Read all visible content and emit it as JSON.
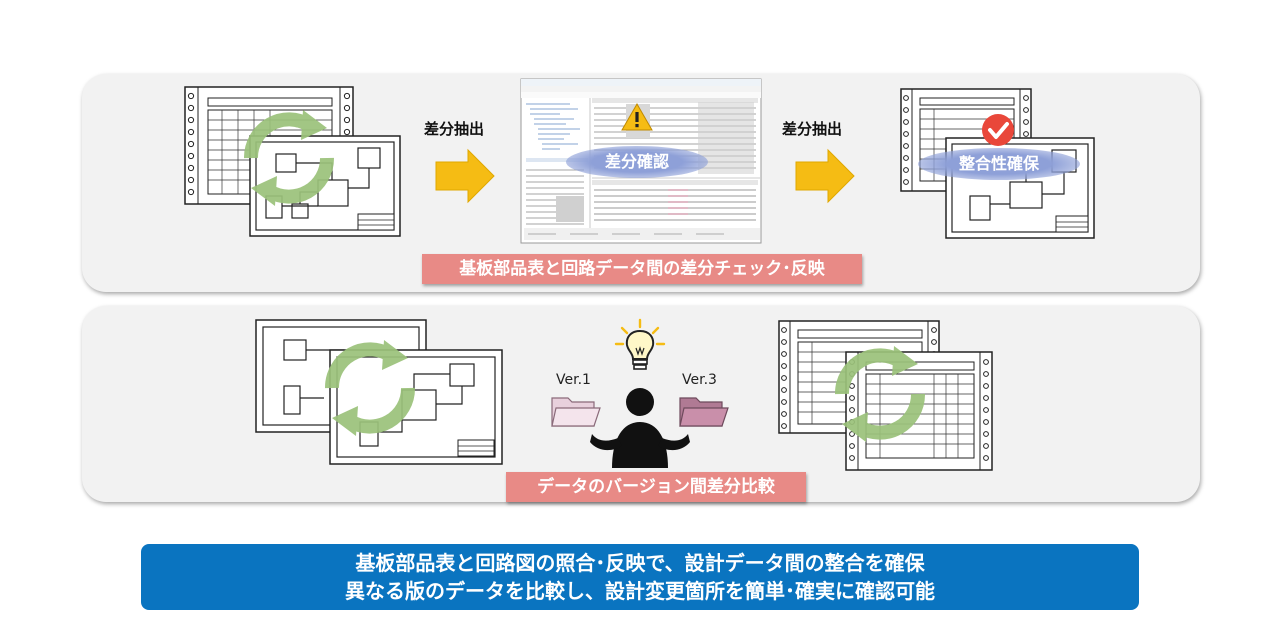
{
  "top_section": {
    "step1_label": "差分抽出",
    "center_badge": "差分確認",
    "step2_label": "差分抽出",
    "right_badge": "整合性確保",
    "caption": "基板部品表と回路データ間の差分チェック･反映"
  },
  "bottom_section": {
    "version_left": "Ver.1",
    "version_right": "Ver.3",
    "caption": "データのバージョン間差分比較"
  },
  "summary": {
    "line1": "基板部品表と回路図の照合･反映で、設計データ間の整合を確保",
    "line2": "異なる版のデータを比較し、設計変更箇所を簡単･確実に確認可能"
  },
  "colors": {
    "arrow_yellow": "#f5bc14",
    "cycle_green": "#9bc27a",
    "caption_red": "#e88a86",
    "summary_blue": "#0a74c0",
    "badge_blue": "#8ea0d8",
    "folder_left": "#e8d0dc",
    "folder_right": "#c98faa"
  },
  "icons": [
    "cycle-arrows-icon",
    "warning-icon",
    "check-circle-icon",
    "lightbulb-icon",
    "folder-icon",
    "person-shrug-icon"
  ]
}
